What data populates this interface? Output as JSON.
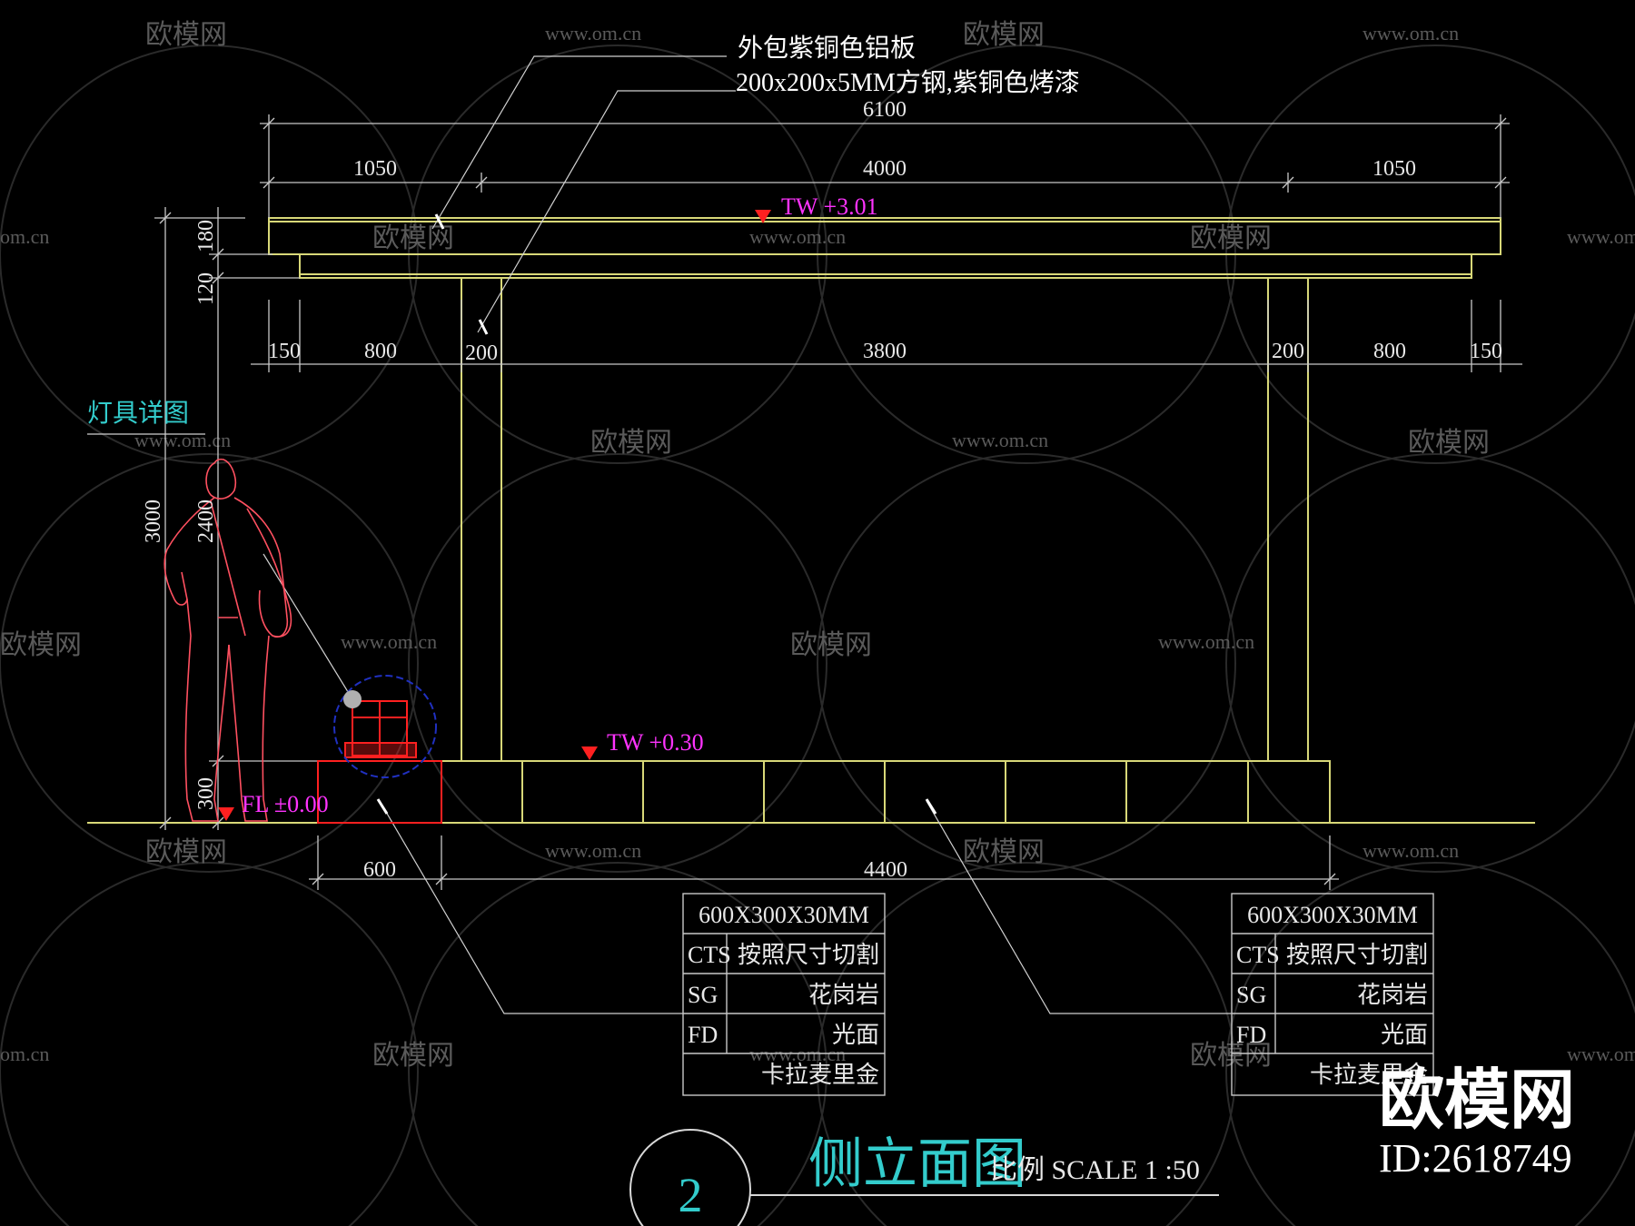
{
  "title": {
    "text": "侧立面图",
    "scale": "比例 SCALE 1 :50",
    "number": "2"
  },
  "callouts": {
    "top_note_1": "外包紫铜色铝板",
    "top_note_2": "200x200x5MM方钢,紫铜色烤漆",
    "light_detail": "灯具详图"
  },
  "levels": {
    "top": "TW +3.01",
    "platform": "TW +0.30",
    "ground": "FL ±0.00"
  },
  "dimensions": {
    "overall": "6100",
    "top_left": "1050",
    "top_mid": "4000",
    "top_right": "1050",
    "beam_top": "180",
    "beam_bottom": "120",
    "row2": [
      "150",
      "800",
      "200",
      "3800",
      "200",
      "800",
      "150"
    ],
    "height_total": "3000",
    "height_person": "2400",
    "height_base": "300",
    "bottom_left": "600",
    "bottom_mid": "4400"
  },
  "spec_tables": [
    {
      "size": "600X300X30MM",
      "cts_code": "CTS",
      "cts_text": "按照尺寸切割",
      "sg_code": "SG",
      "sg_text": "花岗岩",
      "fd_code": "FD",
      "fd_text": "光面",
      "material": "卡拉麦里金"
    },
    {
      "size": "600X300X30MM",
      "cts_code": "CTS",
      "cts_text": "按照尺寸切割",
      "sg_code": "SG",
      "sg_text": "花岗岩",
      "fd_code": "FD",
      "fd_text": "光面",
      "material": "卡拉麦里金"
    }
  ],
  "watermark": {
    "brand": "欧模网",
    "url": "www.om.cn",
    "url_short": "om.cn",
    "id": "ID:2618749"
  },
  "colors": {
    "structure": "#d8d878",
    "dimension": "#c8c8c8",
    "level": "#ff33ff",
    "marker": "#ff2020",
    "title": "#33cccc",
    "person": "#ff5060",
    "bench": "#ff2020"
  }
}
